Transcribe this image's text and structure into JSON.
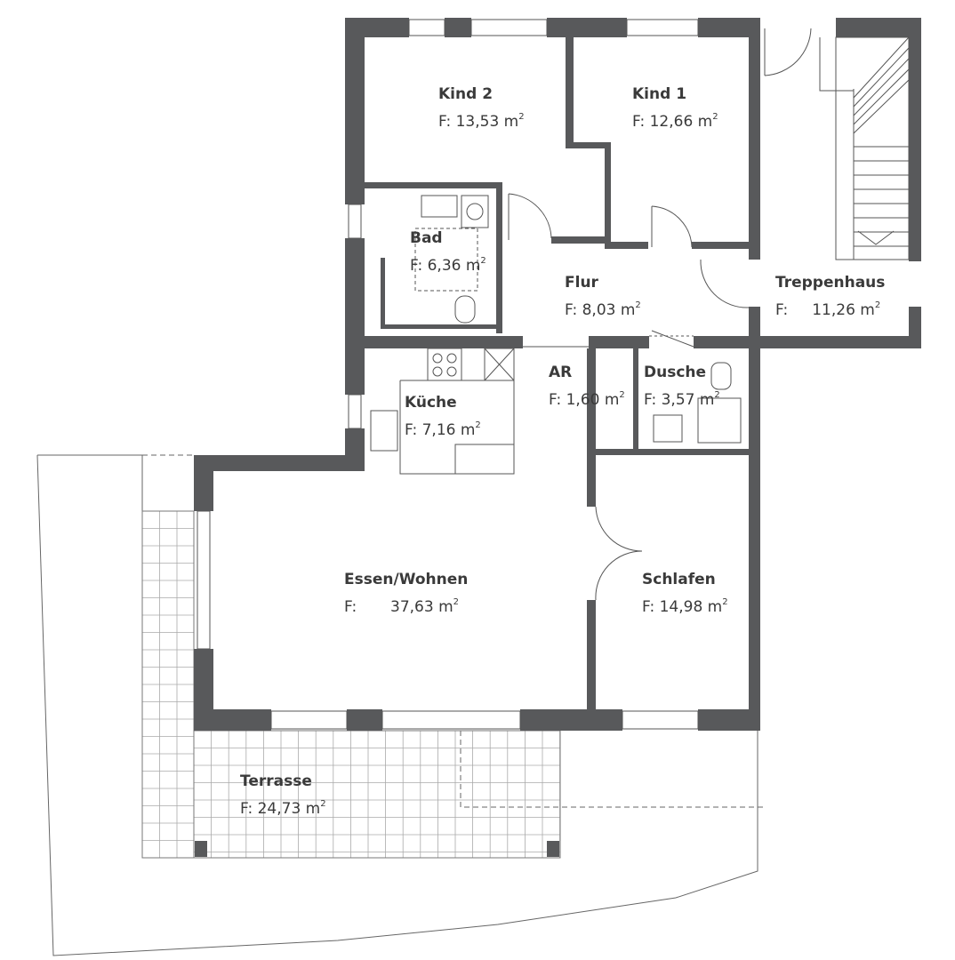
{
  "colors": {
    "wall": "#58595b",
    "line": "#555555",
    "background": "#ffffff"
  },
  "rooms": [
    {
      "id": "kind2",
      "name": "Kind 2",
      "area_prefix": "F:",
      "area": "13,53 m",
      "sup": "2"
    },
    {
      "id": "kind1",
      "name": "Kind 1",
      "area_prefix": "F:",
      "area": "12,66 m",
      "sup": "2"
    },
    {
      "id": "bad",
      "name": "Bad",
      "area_prefix": "F:",
      "area": "6,36 m",
      "sup": "2"
    },
    {
      "id": "flur",
      "name": "Flur",
      "area_prefix": "F:",
      "area": "8,03 m",
      "sup": "2"
    },
    {
      "id": "treppenhaus",
      "name": "Treppenhaus",
      "area_prefix": "F:",
      "area": "11,26 m",
      "sup": "2"
    },
    {
      "id": "kueche",
      "name": "Küche",
      "area_prefix": "F:",
      "area": "7,16 m",
      "sup": "2"
    },
    {
      "id": "ar",
      "name": "AR",
      "area_prefix": "F:",
      "area": "1,60 m",
      "sup": "2"
    },
    {
      "id": "dusche",
      "name": "Dusche",
      "area_prefix": "F:",
      "area": "3,57 m",
      "sup": "2"
    },
    {
      "id": "essen",
      "name": "Essen/Wohnen",
      "area_prefix": "F:",
      "area": "37,63 m",
      "sup": "2"
    },
    {
      "id": "schlafen",
      "name": "Schlafen",
      "area_prefix": "F:",
      "area": "14,98 m",
      "sup": "2"
    },
    {
      "id": "terrasse",
      "name": "Terrasse",
      "area_prefix": "F:",
      "area": "24,73 m",
      "sup": "2"
    }
  ]
}
